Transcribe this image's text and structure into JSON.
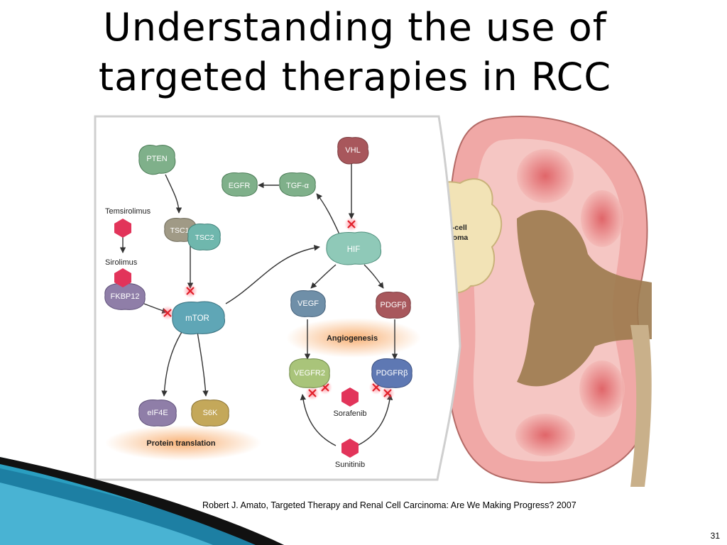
{
  "slide": {
    "title_line1": "Understanding the use of",
    "title_line2": "targeted therapies in RCC",
    "citation": "Robert J. Amato, Targeted Therapy and Renal Cell Carcinoma:  Are We Making Progress? 2007",
    "page_number": "31"
  },
  "diagram": {
    "nodes": {
      "pten": "PTEN",
      "vhl": "VHL",
      "egfr": "EGFR",
      "tgfa": "TGF-α",
      "tsc1": "TSC1",
      "tsc2": "TSC2",
      "hif": "HIF",
      "fkbp12": "FKBP12",
      "mtor": "mTOR",
      "vegf": "VEGF",
      "pdgfb": "PDGFβ",
      "vegfr2": "VEGFR2",
      "pdgfrb": "PDGFRβ",
      "eif4e": "eIF4E",
      "s6k": "S6K"
    },
    "drugs": {
      "temsirolimus": "Temsirolimus",
      "sirolimus": "Sirolimus",
      "sorafenib": "Sorafenib",
      "sunitinib": "Sunitinib"
    },
    "processes": {
      "angiogenesis": "Angiogenesis",
      "protein_translation": "Protein translation"
    },
    "kidney_label_line1": "Renal-cell",
    "kidney_label_line2": "carcinoma"
  },
  "colors": {
    "green_node": "#7fb08a",
    "teal_node": "#6fb7ad",
    "maroon_node": "#a8575c",
    "purple_node": "#8f7ea8",
    "khaki_node": "#c4a85a",
    "drug_red": "#e2345a",
    "inhibit_red": "#e0202a",
    "halo_orange": "#f7a35c",
    "slide_blue": "#2a9ec0"
  }
}
